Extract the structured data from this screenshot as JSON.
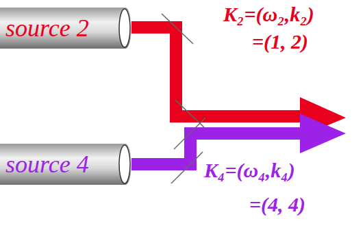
{
  "diagram": {
    "nodes": [
      {
        "text": [
          "source 2"
        ]
      },
      {
        "text": [
          "source 4"
        ]
      }
    ],
    "labels": [
      "K₂=(ω₂,k₂)",
      "=(1, 2)",
      "K₄=(ω₄,k₄)",
      "=(4, 4)"
    ]
  }
}
